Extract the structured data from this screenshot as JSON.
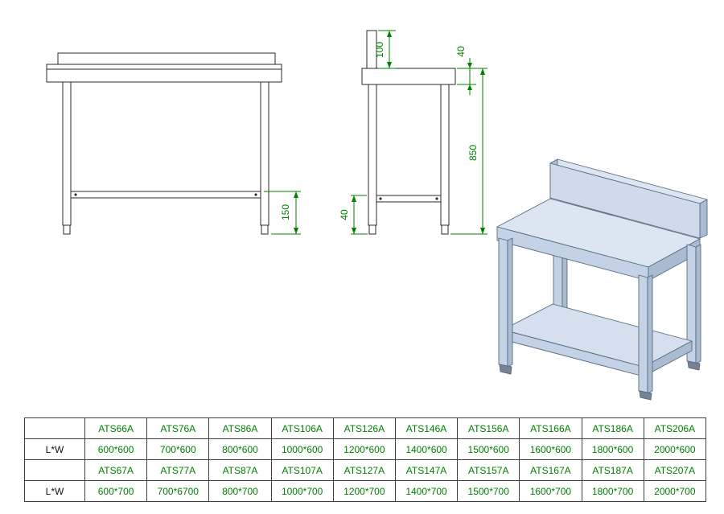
{
  "colors": {
    "drawing_line": "#2a2a2a",
    "dimension_green": "#008000",
    "table_value_green": "#008000",
    "table_label_black": "#111111",
    "render_top_face": "#dce6f2",
    "render_front_face": "#c3d2e4",
    "render_side_face": "#a9bcd2",
    "render_stroke": "#5a6a7e"
  },
  "front_view": {
    "dim_shelf_height": "150"
  },
  "side_view": {
    "dim_backsplash_height": "100",
    "dim_top_thickness": "40",
    "dim_total_height": "850",
    "dim_rail_height": "40"
  },
  "spec_table": {
    "rows": [
      {
        "label": "",
        "cells": [
          "ATS66A",
          "ATS76A",
          "ATS86A",
          "ATS106A",
          "ATS126A",
          "ATS146A",
          "ATS156A",
          "ATS166A",
          "ATS186A",
          "ATS206A"
        ]
      },
      {
        "label": "L*W",
        "cells": [
          "600*600",
          "700*600",
          "800*600",
          "1000*600",
          "1200*600",
          "1400*600",
          "1500*600",
          "1600*600",
          "1800*600",
          "2000*600"
        ]
      },
      {
        "label": "",
        "cells": [
          "ATS67A",
          "ATS77A",
          "ATS87A",
          "ATS107A",
          "ATS127A",
          "ATS147A",
          "ATS157A",
          "ATS167A",
          "ATS187A",
          "ATS207A"
        ]
      },
      {
        "label": "L*W",
        "cells": [
          "600*700",
          "700*6700",
          "800*700",
          "1000*700",
          "1200*700",
          "1400*700",
          "1500*700",
          "1600*700",
          "1800*700",
          "2000*700"
        ]
      }
    ]
  }
}
